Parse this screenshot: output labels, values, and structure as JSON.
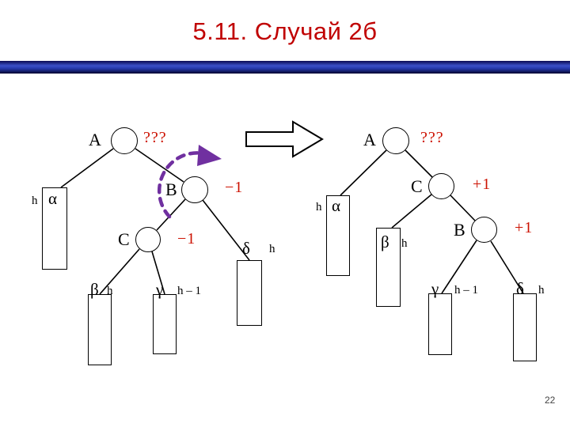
{
  "slide": {
    "title": "5.11. Случай 2б",
    "page_number": "22"
  },
  "colors": {
    "title_red": "#c00000",
    "balance_red": "#cc1100",
    "rotation_purple": "#7030a0",
    "bar_blue": "#2436a8"
  },
  "icons": {
    "transform_arrow": "right-block-arrow",
    "rotation_arrow": "dashed-purple-arc-arrow"
  },
  "left_tree": {
    "a": {
      "label": "A",
      "balance": "???"
    },
    "b": {
      "label": "B",
      "balance": "−1"
    },
    "c": {
      "label": "C",
      "balance": "−1"
    },
    "alpha": {
      "letter": "α",
      "height": "h"
    },
    "beta": {
      "letter": "β",
      "height": "h"
    },
    "gamma": {
      "letter": "γ",
      "height": "h – 1"
    },
    "delta": {
      "letter": "δ",
      "height": "h"
    }
  },
  "right_tree": {
    "a": {
      "label": "A",
      "balance": "???"
    },
    "c": {
      "label": "C",
      "balance": "+1"
    },
    "b": {
      "label": "B",
      "balance": "+1"
    },
    "alpha": {
      "letter": "α",
      "height": "h"
    },
    "beta": {
      "letter": "β",
      "height": "h"
    },
    "gamma": {
      "letter": "γ",
      "height": "h – 1"
    },
    "delta": {
      "letter": "δ",
      "height": "h"
    }
  }
}
